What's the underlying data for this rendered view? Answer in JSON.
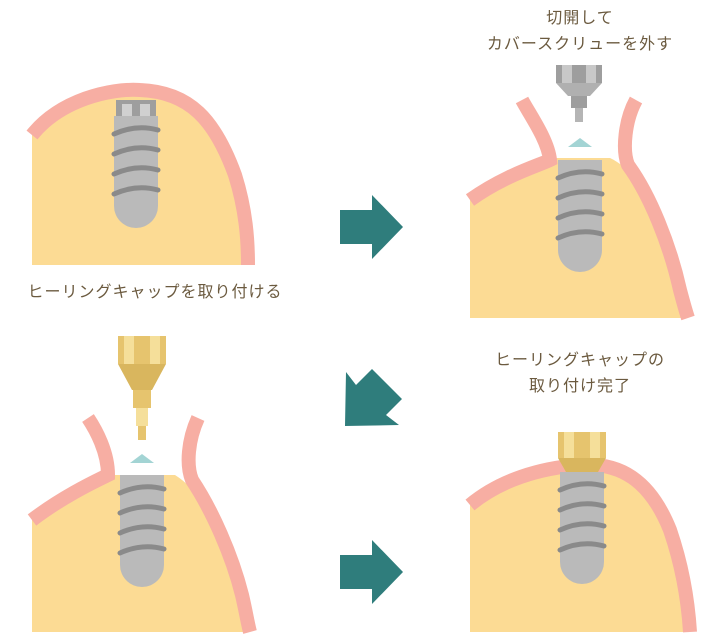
{
  "colors": {
    "bone": "#fcdb94",
    "gum": "#f7aea3",
    "implant": "#bababa",
    "implant_dark": "#9e9e9e",
    "thread": "#8a8a8a",
    "gold": "#e6c46e",
    "gold_light": "#f5df9a",
    "arrow": "#2f7d7c",
    "tip": "#a3d4d4",
    "text": "#6b5a3f"
  },
  "steps": [
    {
      "label": "ヒーリングキャップを取り付ける"
    },
    {
      "label_line1": "切開して",
      "label_line2": "カバースクリューを外す"
    },
    {
      "label": ""
    },
    {
      "label_line1": "ヒーリングキャップの",
      "label_line2": "取り付け完了"
    }
  ]
}
